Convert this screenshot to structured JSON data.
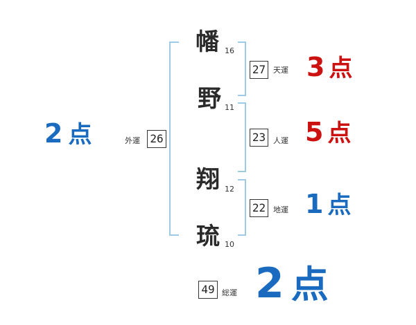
{
  "characters": [
    {
      "char": "幡",
      "strokes": "16"
    },
    {
      "char": "野",
      "strokes": "11"
    },
    {
      "char": "翔",
      "strokes": "12"
    },
    {
      "char": "琉",
      "strokes": "10"
    }
  ],
  "fortunes": {
    "tenkaku": {
      "label": "天運",
      "value": "27",
      "score": "3",
      "unit": "点",
      "color": "#cc1111"
    },
    "jinkaku": {
      "label": "人運",
      "value": "23",
      "score": "5",
      "unit": "点",
      "color": "#cc1111"
    },
    "chikaku": {
      "label": "地運",
      "value": "22",
      "score": "1",
      "unit": "点",
      "color": "#1a6bbf"
    },
    "gaikaku": {
      "label": "外運",
      "value": "26",
      "score": "2",
      "unit": "点",
      "color": "#1a6bbf"
    },
    "soukaku": {
      "label": "総運",
      "value": "49",
      "score": "2",
      "unit": "点",
      "color": "#1a6bbf"
    }
  },
  "colors": {
    "bracket": "#9dcbe5",
    "good": "#cc1111",
    "bad": "#1a6bbf"
  }
}
